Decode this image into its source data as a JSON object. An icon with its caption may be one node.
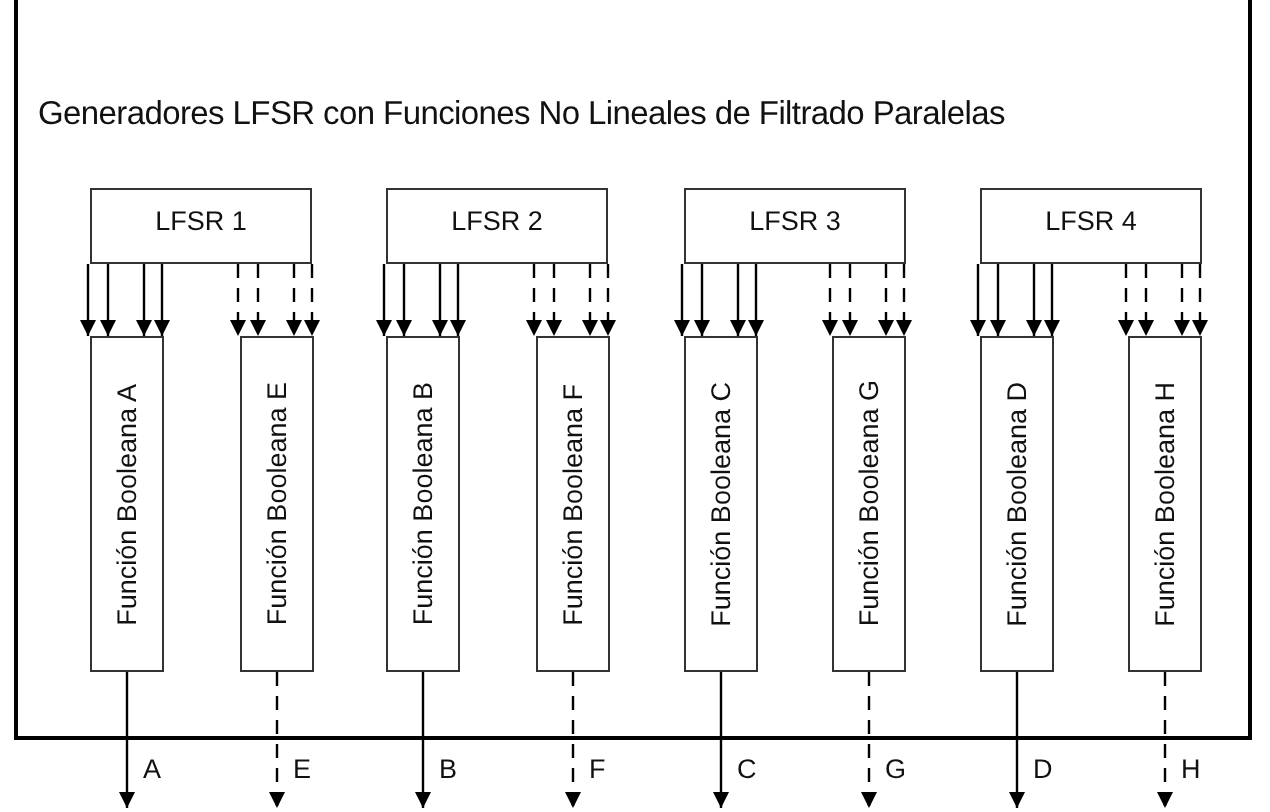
{
  "diagram": {
    "nodes": [
      {
        "text": [
          "Generadores LFSR con Funciones No Lineales de Filtrado Paralelas"
        ]
      },
      {
        "text": [
          "LFSR 1"
        ],
        "in": 0
      },
      {
        "text": [
          "LFSR 2"
        ],
        "in": 0
      },
      {
        "text": [
          "LFSR 3"
        ],
        "in": 0
      },
      {
        "text": [
          "LFSR 4"
        ],
        "in": 0
      },
      {
        "text": [
          "Función Booleana A"
        ],
        "in": 0
      },
      {
        "text": [
          "Función Booleana E"
        ],
        "in": 0
      },
      {
        "text": [
          "Función Booleana B"
        ],
        "in": 0
      },
      {
        "text": [
          "Función Booleana F"
        ],
        "in": 0
      },
      {
        "text": [
          "Función Booleana C"
        ],
        "in": 0
      },
      {
        "text": [
          "Función Booleana G"
        ],
        "in": 0
      },
      {
        "text": [
          "Función Booleana D"
        ],
        "in": 0
      },
      {
        "text": [
          "Función Booleana H"
        ],
        "in": 0
      }
    ],
    "edges": [
      {
        "from": 1,
        "to": 5,
        "arrow": "to"
      },
      {
        "from": 1,
        "to": 5,
        "arrow": "to"
      },
      {
        "from": 1,
        "to": 5,
        "arrow": "to"
      },
      {
        "from": 1,
        "to": 5,
        "arrow": "to"
      },
      {
        "from": 1,
        "to": 6,
        "arrow": "to",
        "style": "dashed"
      },
      {
        "from": 1,
        "to": 6,
        "arrow": "to",
        "style": "dashed"
      },
      {
        "from": 1,
        "to": 6,
        "arrow": "to",
        "style": "dashed"
      },
      {
        "from": 1,
        "to": 6,
        "arrow": "to",
        "style": "dashed"
      },
      {
        "from": 2,
        "to": 7,
        "arrow": "to"
      },
      {
        "from": 2,
        "to": 7,
        "arrow": "to"
      },
      {
        "from": 2,
        "to": 7,
        "arrow": "to"
      },
      {
        "from": 2,
        "to": 7,
        "arrow": "to"
      },
      {
        "from": 2,
        "to": 8,
        "arrow": "to",
        "style": "dashed"
      },
      {
        "from": 2,
        "to": 8,
        "arrow": "to",
        "style": "dashed"
      },
      {
        "from": 2,
        "to": 8,
        "arrow": "to",
        "style": "dashed"
      },
      {
        "from": 2,
        "to": 8,
        "arrow": "to",
        "style": "dashed"
      },
      {
        "from": 3,
        "to": 9,
        "arrow": "to"
      },
      {
        "from": 3,
        "to": 9,
        "arrow": "to"
      },
      {
        "from": 3,
        "to": 9,
        "arrow": "to"
      },
      {
        "from": 3,
        "to": 9,
        "arrow": "to"
      },
      {
        "from": 3,
        "to": 10,
        "arrow": "to",
        "style": "dashed"
      },
      {
        "from": 3,
        "to": 10,
        "arrow": "to",
        "style": "dashed"
      },
      {
        "from": 3,
        "to": 10,
        "arrow": "to",
        "style": "dashed"
      },
      {
        "from": 3,
        "to": 10,
        "arrow": "to",
        "style": "dashed"
      },
      {
        "from": 4,
        "to": 11,
        "arrow": "to"
      },
      {
        "from": 4,
        "to": 11,
        "arrow": "to"
      },
      {
        "from": 4,
        "to": 11,
        "arrow": "to"
      },
      {
        "from": 4,
        "to": 11,
        "arrow": "to"
      },
      {
        "from": 4,
        "to": 12,
        "arrow": "to",
        "style": "dashed"
      },
      {
        "from": 4,
        "to": 12,
        "arrow": "to",
        "style": "dashed"
      },
      {
        "from": 4,
        "to": 12,
        "arrow": "to",
        "style": "dashed"
      },
      {
        "from": 4,
        "to": 12,
        "arrow": "to",
        "style": "dashed"
      },
      {
        "from": 5,
        "to": null,
        "arrow": "to",
        "label": "A"
      },
      {
        "from": 6,
        "to": null,
        "arrow": "to",
        "label": "E",
        "style": "dashed"
      },
      {
        "from": 7,
        "to": null,
        "arrow": "to",
        "label": "B"
      },
      {
        "from": 8,
        "to": null,
        "arrow": "to",
        "label": "F",
        "style": "dashed"
      },
      {
        "from": 9,
        "to": null,
        "arrow": "to",
        "label": "C"
      },
      {
        "from": 10,
        "to": null,
        "arrow": "to",
        "label": "G",
        "style": "dashed"
      },
      {
        "from": 11,
        "to": null,
        "arrow": "to",
        "label": "D"
      },
      {
        "from": 12,
        "to": null,
        "arrow": "to",
        "label": "H",
        "style": "dashed"
      }
    ]
  }
}
